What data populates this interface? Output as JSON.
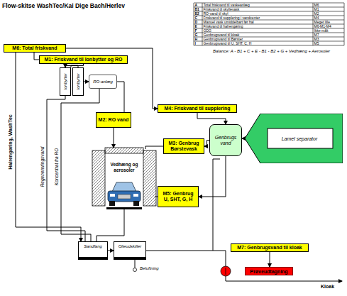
{
  "diagram": {
    "title": "Flow-skitse WashTec/Kai Dige Bach/Herlev",
    "nodes": [
      {
        "text": [
          "M6: Total friskvand"
        ]
      },
      {
        "text": [
          "M1: Friskvand til Ionbytter og RO"
        ]
      },
      {
        "text": [
          "Ionbytter"
        ]
      },
      {
        "text": [
          "Ionbytter"
        ]
      },
      {
        "text": [
          "RO-anlæg"
        ]
      },
      {
        "text": [
          "M2: RO vand"
        ]
      },
      {
        "text": [
          "M4: Friskvand til supplering"
        ]
      },
      {
        "text": [
          "M3: Genbrug Børstevask"
        ]
      },
      {
        "text": [
          "Genbrugs vand"
        ]
      },
      {
        "text": [
          "Lamel separator"
        ]
      },
      {
        "text": [
          "M5: Genbrug U, SHT, G, H"
        ]
      },
      {
        "text": [
          "Sandfang"
        ]
      },
      {
        "text": [
          "Olieudskiller"
        ]
      },
      {
        "text": [
          "M7: Genbrugsvand til kloak"
        ]
      },
      {
        "text": [
          "Prøveudtagning"
        ]
      }
    ],
    "edges": [
      {
        "from": 1,
        "to": 2,
        "arrow": "to"
      },
      {
        "from": 3,
        "to": 4,
        "arrow": "to"
      },
      {
        "from": 6,
        "to": 8,
        "arrow": "to"
      },
      {
        "from": 9,
        "to": 8,
        "arrow": "to"
      },
      {
        "from": 8,
        "to": 7,
        "arrow": "to"
      },
      {
        "from": 8,
        "to": 10,
        "arrow": "to"
      },
      {
        "from": 11,
        "to": 12,
        "arrow": "to"
      },
      {
        "from": 13,
        "to": 14,
        "arrow": "to"
      }
    ],
    "labels": [
      "A",
      "Total friskvand til vaskeanlæg",
      "M6",
      "B1",
      "Friskvand til skyllevask",
      "M1",
      "B2",
      "RO-vand til skyl",
      "M2",
      "C",
      "Friskvand til supplering i vandcenter",
      "M4",
      "D",
      "Manuel vask umiddelbart før hal",
      "Meget lille",
      "E",
      "Friskvand til halrengøring",
      "M6-M1-M4",
      "F",
      "GDG",
      "Ikke målt",
      "G",
      "Genbrugsvand til kloak",
      "M7",
      "H",
      "Genbrugsvand til Børster",
      "M3",
      "I",
      "Genbrugsvand til U, SHT, C, H",
      "M5",
      "Balance: A - B1 + C + E - B1 - B2 + G + Vedhæng + Aerosoler",
      "Halrengøring, WashTec",
      "Regenereringsvand",
      "Koncentrat fra RO",
      "Vedhæng og aerosoler",
      "Beluftning",
      "Kloak"
    ]
  }
}
